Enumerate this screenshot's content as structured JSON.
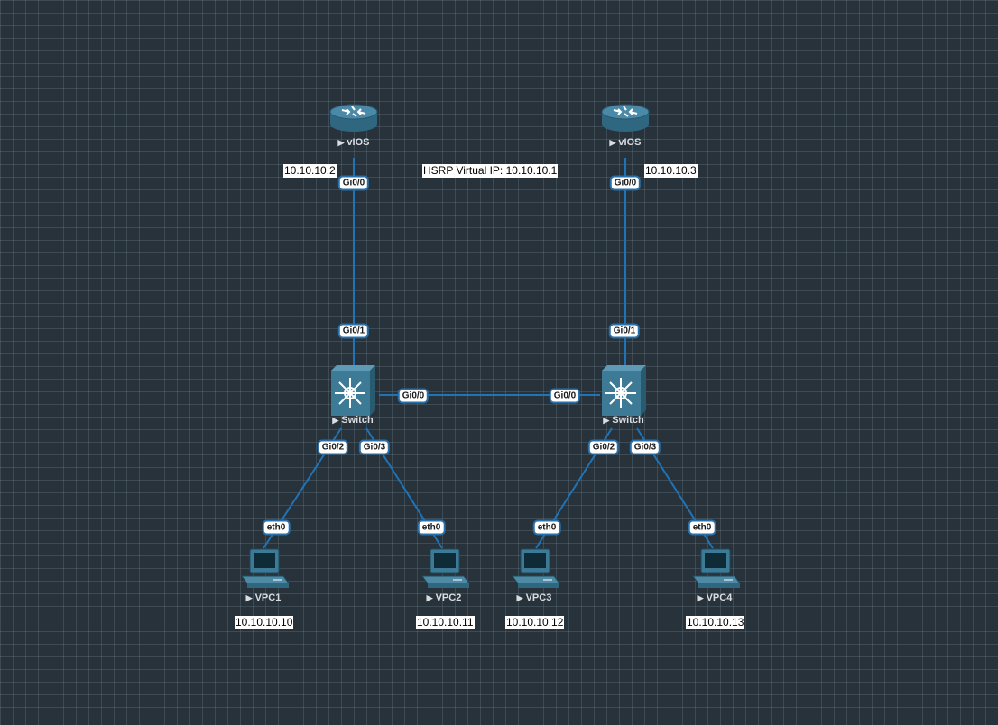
{
  "nodes": {
    "router_left": {
      "label": "vIOS"
    },
    "router_right": {
      "label": "vIOS"
    },
    "switch_left": {
      "label": "Switch"
    },
    "switch_right": {
      "label": "Switch"
    },
    "vpc1": {
      "label": "VPC1"
    },
    "vpc2": {
      "label": "VPC2"
    },
    "vpc3": {
      "label": "VPC3"
    },
    "vpc4": {
      "label": "VPC4"
    }
  },
  "ports": {
    "router_left_gi00": "Gi0/0",
    "router_right_gi00": "Gi0/0",
    "switch_left_gi01": "Gi0/1",
    "switch_right_gi01": "Gi0/1",
    "switch_left_gi00": "Gi0/0",
    "switch_right_gi00": "Gi0/0",
    "switch_left_gi02": "Gi0/2",
    "switch_left_gi03": "Gi0/3",
    "switch_right_gi02": "Gi0/2",
    "switch_right_gi03": "Gi0/3",
    "vpc1_eth0": "eth0",
    "vpc2_eth0": "eth0",
    "vpc3_eth0": "eth0",
    "vpc4_eth0": "eth0"
  },
  "notes": {
    "router_left_ip": "10.10.10.2",
    "router_right_ip": "10.10.10.3",
    "hsrp_vip": "HSRP Virtual IP: 10.10.10.1",
    "vpc1_ip": "10.10.10.10",
    "vpc2_ip": "10.10.10.11",
    "vpc3_ip": "10.10.10.12",
    "vpc4_ip": "10.10.10.13"
  },
  "colors": {
    "link": "#1f73b7",
    "device": "#3c7a96",
    "grid_background": "#27323b"
  }
}
